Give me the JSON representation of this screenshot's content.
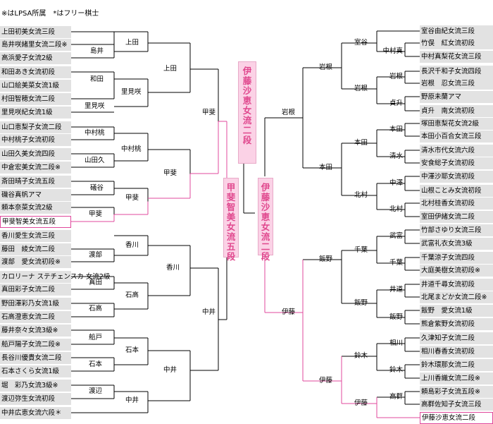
{
  "legend": "※はLPSA所属　*はフリー棋士",
  "champion": "伊藤沙恵女流二段",
  "final_left": "甲斐智美女流五段",
  "final_right": "伊藤沙恵女流二段",
  "colors": {
    "winner_line": "#e0489c",
    "line": "#000000",
    "highlight_bg": "#fbd2e6",
    "highlight_text": "#e0488e",
    "player_bg": "#e2e2e2"
  },
  "left_players": [
    "上田初美女流三段",
    "島井咲緒里女流二段※",
    "高浜愛子女流2級",
    "和田あき女流初段",
    "山口絵美菜女流1級",
    "村田智穂女流二段",
    "里見咲紀女流1級",
    "山口恵梨子女流二段",
    "中村桃子女流初段",
    "山田久美女流四段",
    "中倉宏美女流二段※",
    "斎田晴子女流五段",
    "磯谷真帆アマ",
    "頼本奈菜女流2級",
    "甲斐智美女流五段",
    "香川愛生女流三段",
    "藤田　綾女流二段",
    "渡部　愛女流初段※",
    "カロリーナ\nステチェンスカ 女流2級",
    "真田彩子女流二段",
    "野田澤彩乃女流1級",
    "石高澄恵女流二段",
    "藤井奈々女流3級※",
    "船戸陽子女流二段※",
    "長谷川優貴女流二段",
    "石本さくら女流1級",
    "堀　彩乃女流3級※",
    "渡辺弥生女流初段",
    "中井広恵女流六段＊"
  ],
  "right_players": [
    "室谷由紀女流三段",
    "竹俣　紅女流初段",
    "中村真梨花女流三段",
    "長沢千和子女流四段",
    "岩根　忍女流三段",
    "野原未蘭アマ",
    "貞升　南女流初段",
    "塚田恵梨花女流2級",
    "本田小百合女流三段",
    "清水市代女流六段",
    "安食総子女流初段",
    "中澤沙耶女流初段",
    "山根ことみ女流初段",
    "北村桂香女流初段",
    "室田伊緒女流二段",
    "竹部さゆり女流三段",
    "武富礼衣女流3級",
    "千葉涼子女流四段",
    "大庭美樹女流初段※",
    "井道千尋女流初段",
    "北尾まどか女流二段※",
    "飯野　愛女流1級",
    "熊倉紫野女流初段",
    "久津知子女流二段",
    "相川春香女流初段",
    "鈴木環那女流二段",
    "上川香織女流二段※",
    "頼島彩子女流五段※",
    "高群佐知子女流三段",
    "伊藤沙恵女流二段"
  ],
  "left_round1": [
    "島井",
    "和田",
    "里見咲",
    "中村桃",
    "山田久",
    "礒谷",
    "甲斐",
    "渡部",
    "真田",
    "石高",
    "船戸",
    "石本",
    "渡辺"
  ],
  "left_round2": [
    "上田",
    "里見咲",
    "中村桃",
    "甲斐",
    "香川",
    "石高",
    "石本",
    "中井"
  ],
  "left_round3": [
    "上田",
    "甲斐",
    "香川",
    "中井"
  ],
  "left_round4": [
    "甲斐",
    "中井"
  ],
  "right_round1": [
    "中村真",
    "岩根",
    "貞升",
    "本田",
    "清水",
    "中澤",
    "北村",
    "武富",
    "千葉",
    "井道",
    "飯野",
    "相川",
    "鈴木",
    "高群"
  ],
  "right_round2": [
    "室谷",
    "岩根",
    "本田",
    "北村",
    "千葉",
    "飯野",
    "鈴木",
    "伊藤"
  ],
  "right_round3": [
    "岩根",
    "本田",
    "飯野",
    "伊藤"
  ],
  "right_round4": [
    "岩根",
    "伊藤"
  ]
}
